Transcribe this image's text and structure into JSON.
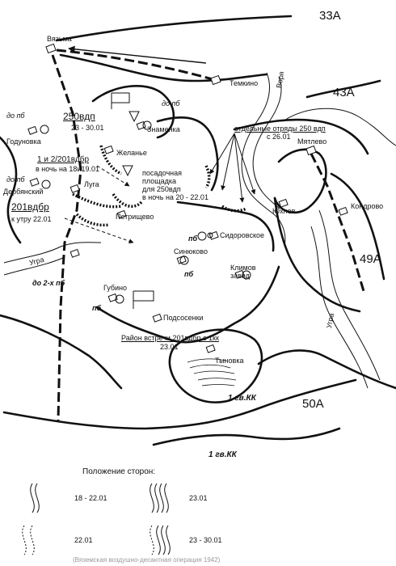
{
  "armies": {
    "a33": "33А",
    "a43": "43А",
    "a49": "49А",
    "a50": "50А"
  },
  "towns": {
    "vyazma": "Вязьма",
    "temkino": "Темкино",
    "godunovka": "Годуновка",
    "znamenka": "Знаменка",
    "zhelanye": "Желанье",
    "luga": "Луга",
    "derbyansky": "Дербянский",
    "petrishchevo": "Петрищево",
    "myatlevo": "Мятлево",
    "yukhnov": "Юхнов",
    "kondrovo": "Кондрово",
    "sidorovskoe": "Сидоровское",
    "sinyukovo": "Синюково",
    "klimov_zavod": "Климов\nзавод",
    "gubino": "Губино",
    "podsosenki": "Подсосенки",
    "tynovka": "Тыновка"
  },
  "rivers": {
    "vorya": "Воря",
    "ugra_west": "Угра",
    "ugra_east": "Угра"
  },
  "annotations": {
    "do_pb_1": "до пб",
    "do_pb_2": "до пб",
    "do_pb_3": "до пб",
    "vdp250": "250вдп",
    "vdp250_dates": "23 - 30.01",
    "br201_12": "1 и 2/201вдбр",
    "br201_12_time": "в ночь на 18и19.01",
    "landing_1": "посадочная",
    "landing_2": "площадка",
    "landing_3": "для 250вдп",
    "landing_4": "в ночь на 20 - 22.01",
    "br201": "201вдбр",
    "br201_time": "к утру 22.01",
    "detachments": "отдельные отряды 250 вдп",
    "detachments_date": "с 26.01",
    "pb_1": "пб",
    "pb_2": "пб",
    "pb_3": "пб",
    "do_2pb": "до 2-х пб",
    "meeting": "Район встречи 201вдбр с 1кк",
    "meeting_date": "23.01",
    "gkk_1": "1 гв.КК",
    "gkk_2": "1 гв.КК"
  },
  "legend": {
    "title": "Положение сторон:",
    "items": [
      {
        "label": "18 - 22.01",
        "style": "single-solid"
      },
      {
        "label": "23.01",
        "style": "triple-solid"
      },
      {
        "label": "22.01",
        "style": "single-dotted"
      },
      {
        "label": "23 - 30.01",
        "style": "triple-dotted"
      }
    ]
  },
  "caption": "(Вяземская воздушно-десантная операция 1942)"
}
